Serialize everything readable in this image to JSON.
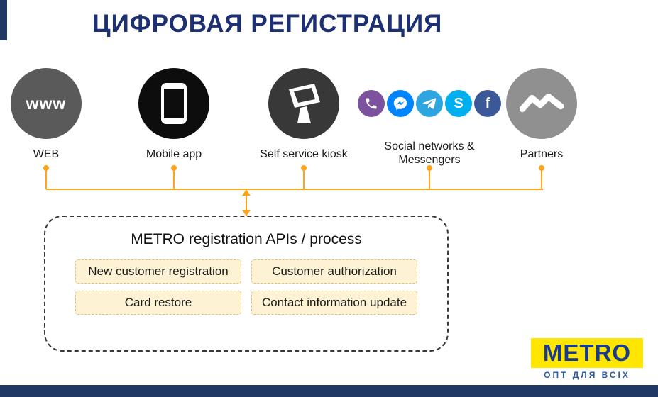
{
  "title": "ЦИФРОВАЯ РЕГИСТРАЦИЯ",
  "channels": [
    {
      "label": "WEB",
      "icon": "www-globe",
      "icon_text": "www"
    },
    {
      "label": "Mobile app",
      "icon": "smartphone"
    },
    {
      "label": "Self service kiosk",
      "icon": "kiosk"
    },
    {
      "label": "Social networks & Messengers",
      "icon": "social-apps"
    },
    {
      "label": "Partners",
      "icon": "handshake"
    }
  ],
  "social": [
    {
      "name": "Viber",
      "color": "#7c529e"
    },
    {
      "name": "Messenger",
      "color": "#0084ff"
    },
    {
      "name": "Telegram",
      "color": "#2ca5e0"
    },
    {
      "name": "Skype",
      "color": "#00aff0",
      "glyph": "S"
    },
    {
      "name": "Facebook",
      "color": "#3b5998",
      "glyph": "f"
    }
  ],
  "process": {
    "title": "METRO registration APIs / process",
    "boxes": [
      "New customer registration",
      "Customer authorization",
      "Card restore",
      "Contact information update"
    ]
  },
  "logo": {
    "brand": "METRO",
    "tagline": "ОПТ ДЛЯ ВСІХ"
  },
  "colors": {
    "accent_orange": "#ffa41c",
    "title_blue": "#1d3076",
    "bottom_bar_blue": "#1f3864",
    "metro_yellow": "#ffe600",
    "metro_blue": "#1a3a8c",
    "process_box_fill": "#fdf3d4",
    "process_box_border": "#dcc27e"
  }
}
